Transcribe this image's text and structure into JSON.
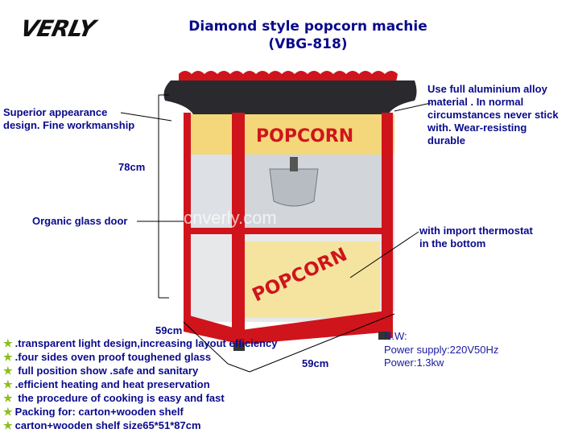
{
  "brand": {
    "logo_text": "VERLY"
  },
  "header": {
    "title_line1": "Diamond style popcorn machie",
    "title_line2": "(VBG-818)"
  },
  "callouts": {
    "appearance": [
      "Superior appearance",
      "design. Fine workmanship"
    ],
    "material": [
      "Use full aluminium alloy",
      "material . In normal",
      "circumstances never stick",
      "with.  Wear-resisting",
      "durable"
    ],
    "glass_door": "Organic glass door",
    "thermostat": [
      "with import thermostat",
      "in the bottom"
    ]
  },
  "dimensions": {
    "height": "78cm",
    "width": "59cm",
    "depth": "59cm"
  },
  "watermark": "cnverly.com",
  "features": [
    ".transparent light design,increasing layout efficiency",
    ".four sides oven  proof toughened glass",
    " full position show .safe and sanitary",
    ".efficient heating and heat preservation",
    " the procedure of cooking is easy and fast",
    "Packing for: carton+wooden shelf",
    "carton+wooden shelf size65*51*87cm"
  ],
  "specs": {
    "nw": "N.W:",
    "power_supply": "Power supply:220V50Hz",
    "power": "Power:1.3kw"
  },
  "colors": {
    "text": "#0a0a8c",
    "star": "#8cbf1a",
    "machine_red": "#d0141c"
  }
}
